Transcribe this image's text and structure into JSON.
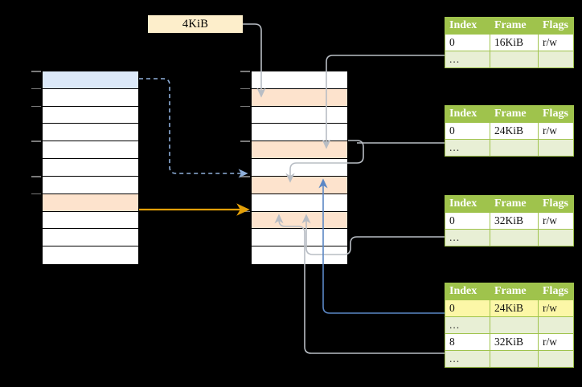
{
  "diagram": {
    "title": "page-table-walk",
    "size_label": {
      "text": "4KiB"
    }
  },
  "colors": {
    "highlight_blue": "#dce9f9",
    "highlight_orange": "#fde3cd",
    "header_green": "#9fc34c",
    "ellipsis_green": "#e8efd5",
    "cream": "#fdeecb",
    "yellow_mark": "#fcf7a7",
    "arrow_orange": "#e3a008",
    "arrow_blue": "#5b87c5",
    "arrow_grey": "#b8bdc4"
  },
  "left_column": {
    "name": "virtual-address-space",
    "row_count": 11,
    "rows": [
      {
        "label": "",
        "fill": "blue"
      },
      {
        "label": "",
        "fill": "white"
      },
      {
        "label": "",
        "fill": "white"
      },
      {
        "label": "",
        "fill": "white"
      },
      {
        "label": "",
        "fill": "white"
      },
      {
        "label": "",
        "fill": "white"
      },
      {
        "label": "",
        "fill": "white"
      },
      {
        "label": "",
        "fill": "orange"
      },
      {
        "label": "",
        "fill": "white"
      },
      {
        "label": "",
        "fill": "white"
      },
      {
        "label": "",
        "fill": "white"
      }
    ]
  },
  "middle_column": {
    "name": "physical-memory",
    "row_count": 11,
    "rows": [
      {
        "label": "",
        "fill": "white"
      },
      {
        "label": "",
        "fill": "orange"
      },
      {
        "label": "",
        "fill": "white"
      },
      {
        "label": "",
        "fill": "white"
      },
      {
        "label": "",
        "fill": "orange"
      },
      {
        "label": "",
        "fill": "white"
      },
      {
        "label": "",
        "fill": "orange"
      },
      {
        "label": "",
        "fill": "white"
      },
      {
        "label": "",
        "fill": "orange"
      },
      {
        "label": "",
        "fill": "white"
      },
      {
        "label": "",
        "fill": "white"
      }
    ]
  },
  "tables": [
    {
      "name": "page-table-level-1",
      "columns": [
        "Index",
        "Frame",
        "Flags"
      ],
      "rows": [
        {
          "cells": [
            "0",
            "16KiB",
            "r/w"
          ],
          "kind": "entry",
          "highlight": false
        },
        {
          "cells": [
            "...",
            "",
            ""
          ],
          "kind": "ellipsis",
          "highlight": false
        }
      ]
    },
    {
      "name": "page-table-level-2",
      "columns": [
        "Index",
        "Frame",
        "Flags"
      ],
      "rows": [
        {
          "cells": [
            "0",
            "24KiB",
            "r/w"
          ],
          "kind": "entry",
          "highlight": false
        },
        {
          "cells": [
            "...",
            "",
            ""
          ],
          "kind": "ellipsis",
          "highlight": false
        }
      ]
    },
    {
      "name": "page-table-level-3",
      "columns": [
        "Index",
        "Frame",
        "Flags"
      ],
      "rows": [
        {
          "cells": [
            "0",
            "32KiB",
            "r/w"
          ],
          "kind": "entry",
          "highlight": false
        },
        {
          "cells": [
            "...",
            "",
            ""
          ],
          "kind": "ellipsis",
          "highlight": false
        }
      ]
    },
    {
      "name": "page-table-level-4",
      "columns": [
        "Index",
        "Frame",
        "Flags"
      ],
      "rows": [
        {
          "cells": [
            "0",
            "24KiB",
            "r/w"
          ],
          "kind": "entry",
          "highlight": true
        },
        {
          "cells": [
            "...",
            "",
            ""
          ],
          "kind": "ellipsis",
          "highlight": false
        },
        {
          "cells": [
            "8",
            "32KiB",
            "r/w"
          ],
          "kind": "entry",
          "highlight": false
        },
        {
          "cells": [
            "...",
            "",
            ""
          ],
          "kind": "ellipsis",
          "highlight": false
        }
      ]
    }
  ]
}
